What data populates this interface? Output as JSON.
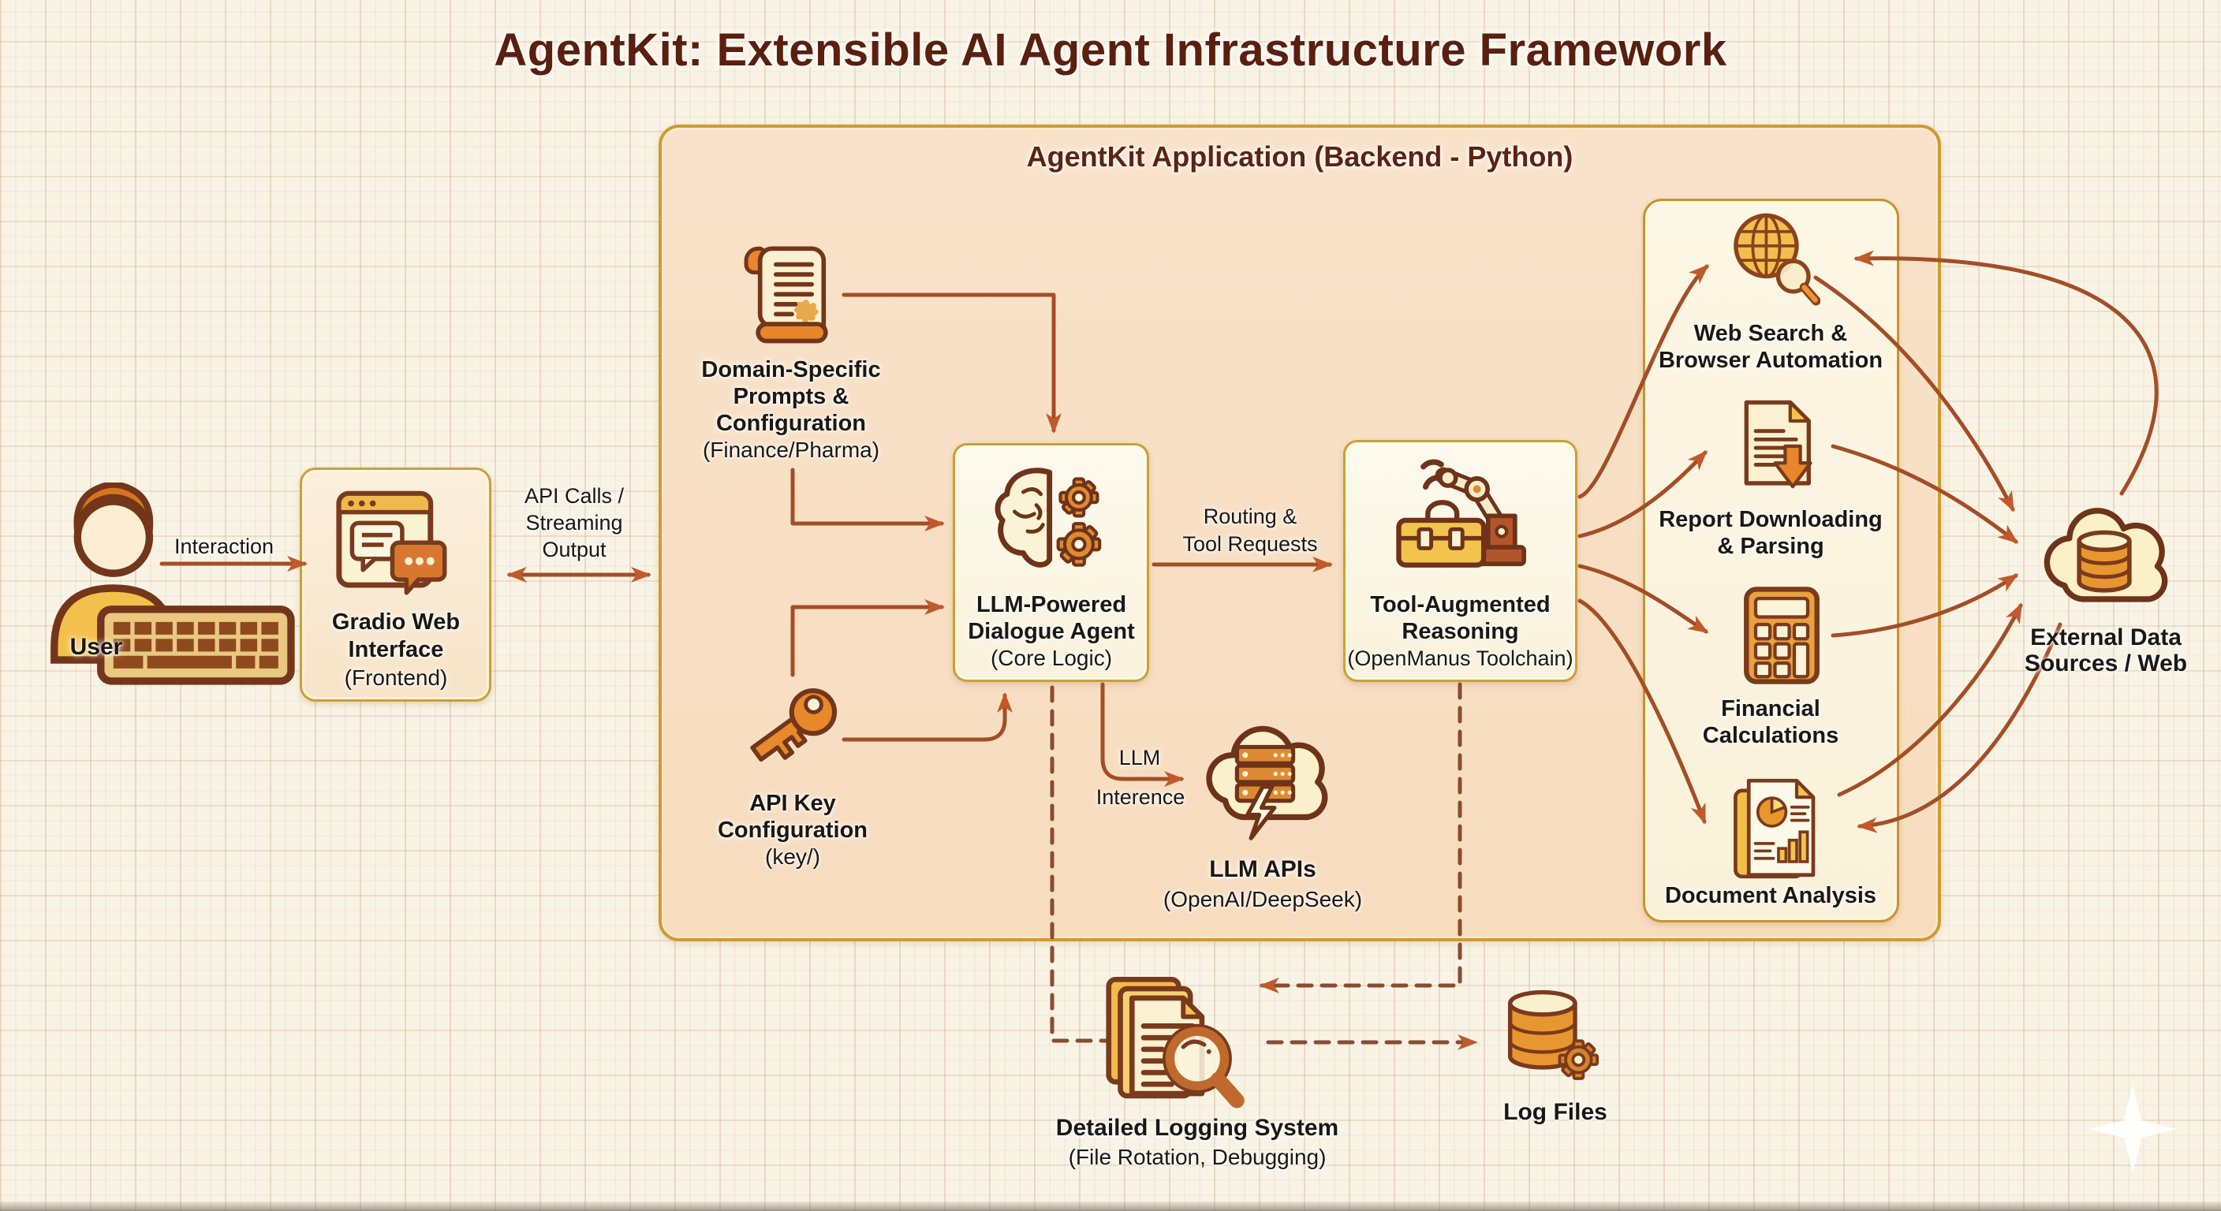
{
  "title": "AgentKit: Extensible AI Agent Infrastructure Framework",
  "backend": {
    "label": "AgentKit Application (Backend - Python)"
  },
  "nodes": {
    "user": {
      "label": "User",
      "icon": "user-keyboard-icon"
    },
    "gradio": {
      "line1": "Gradio Web",
      "line2": "Interface",
      "sub": "(Frontend)",
      "icon": "browser-chat-icon"
    },
    "domain": {
      "line1": "Domain-Specific",
      "line2": "Prompts &",
      "line3": "Configuration",
      "sub": "(Finance/Pharma)",
      "icon": "scroll-icon"
    },
    "dialogue": {
      "line1": "LLM-Powered",
      "line2": "Dialogue Agent",
      "sub": "(Core Logic)",
      "icon": "brain-gears-icon"
    },
    "apikey": {
      "line1": "API Key",
      "line2": "Configuration",
      "sub": "(key/)",
      "icon": "key-icon"
    },
    "tool": {
      "line1": "Tool-Augmented",
      "line2": "Reasoning",
      "sub": "(OpenManus Toolchain)",
      "icon": "robot-arm-toolbox-icon"
    },
    "llmapis": {
      "line1": "LLM APIs",
      "sub": "(OpenAI/DeepSeek)",
      "icon": "cloud-servers-icon"
    },
    "websearch": {
      "line1": "Web Search &",
      "line2": "Browser Automation",
      "icon": "globe-magnifier-icon"
    },
    "report": {
      "line1": "Report Downloading",
      "line2": "& Parsing",
      "icon": "document-download-icon"
    },
    "financial": {
      "line1": "Financial",
      "line2": "Calculations",
      "icon": "calculator-icon"
    },
    "docanalysis": {
      "line1": "Document Analysis",
      "icon": "document-charts-icon"
    },
    "external": {
      "line1": "External Data",
      "line2": "Sources / Web",
      "icon": "cloud-database-icon"
    },
    "logging": {
      "line1": "Detailed Logging System",
      "sub": "(File Rotation, Debugging)",
      "icon": "documents-magnifier-icon"
    },
    "logfiles": {
      "line1": "Log Files",
      "icon": "database-gear-icon"
    }
  },
  "edges": {
    "interaction": "Interaction",
    "api_calls_1": "API Calls /",
    "api_calls_2": "Streaming",
    "api_calls_3": "Output",
    "routing_1": "Routing &",
    "routing_2": "Tool Requests",
    "inference_1": "LLM",
    "inference_2": "Interence"
  },
  "colors": {
    "background": "#F8F3E5",
    "backend_fill": "#F8DFC5",
    "node_fill": "#FCF7E8",
    "gold_border": "#C9A136",
    "arrow_line": "#A34E27",
    "arrow_head": "#C2592A",
    "dashed_line": "#8C4B2E",
    "title_text": "#5A1F0E",
    "icon_orange": "#E8892B",
    "icon_gold": "#F2C44E",
    "icon_outline": "#73361A"
  }
}
